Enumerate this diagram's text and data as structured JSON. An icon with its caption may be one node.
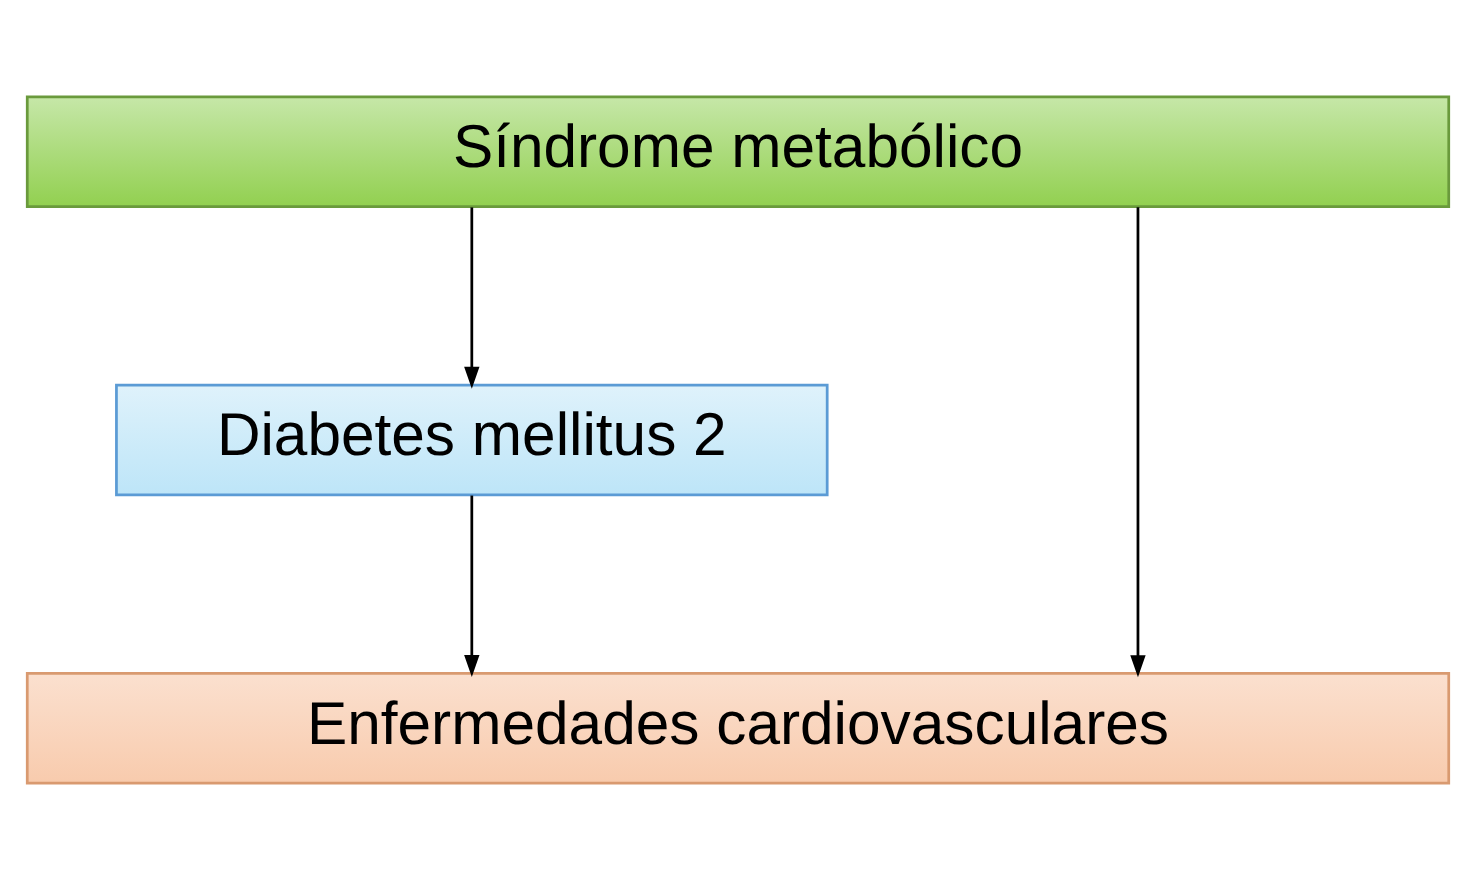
{
  "diagram": {
    "nodes": [
      {
        "text": [
          "Síndrome metabólico"
        ]
      },
      {
        "text": [
          "Diabetes mellitus 2"
        ]
      },
      {
        "text": [
          "Enfermedades cardiovasculares"
        ]
      }
    ],
    "edges": [
      {
        "from": 0,
        "to": 2,
        "arrow": "to"
      },
      {
        "from": 0,
        "to": 1,
        "arrow": "to"
      },
      {
        "from": 1,
        "to": 2,
        "arrow": "to"
      }
    ]
  }
}
